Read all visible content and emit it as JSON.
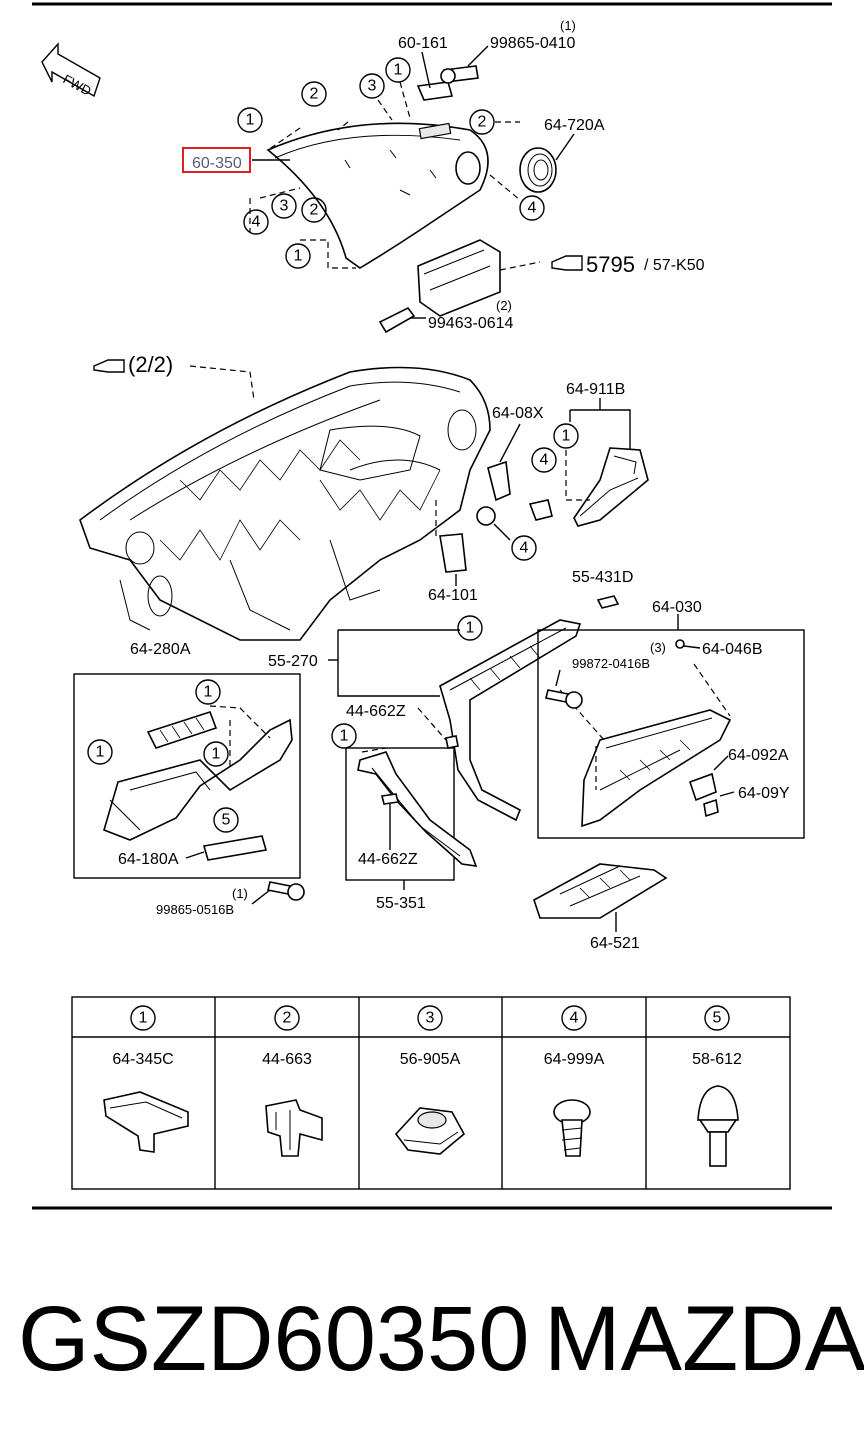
{
  "labels": {
    "p60_161": "60-161",
    "p99865_0410": "99865-0410",
    "qty_0410": "(1)",
    "fwd": "FWD",
    "p64_720A": "64-720A",
    "p60_350": "60-350",
    "p5795": "5795",
    "p57_K50": "/ 57-K50",
    "p99463_0614": "99463-0614",
    "qty_0614": "(2)",
    "ref_2_2": "(2/2)",
    "p64_911B": "64-911B",
    "p64_08X": "64-08X",
    "p64_101": "64-101",
    "p55_431D": "55-431D",
    "p64_030": "64-030",
    "p64_046B": "64-046B",
    "qty_046B": "(3)",
    "p99872_0416B": "99872-0416B",
    "p64_092A": "64-092A",
    "p64_09Y": "64-09Y",
    "p64_280A": "64-280A",
    "p55_270": "55-270",
    "p44_662Z_a": "44-662Z",
    "p44_662Z_b": "44-662Z",
    "p55_351": "55-351",
    "p64_180A": "64-180A",
    "p99865_0516B": "99865-0516B",
    "qty_0516B": "(1)",
    "p64_521": "64-521"
  },
  "callouts": {
    "one": "1",
    "two": "2",
    "three": "3",
    "four": "4",
    "five": "5"
  },
  "legend": [
    {
      "num": "1",
      "part": "64-345C"
    },
    {
      "num": "2",
      "part": "44-663"
    },
    {
      "num": "3",
      "part": "56-905A"
    },
    {
      "num": "4",
      "part": "64-999A"
    },
    {
      "num": "5",
      "part": "58-612"
    }
  ],
  "caption": {
    "part_number": "GSZD60350",
    "brand": "MAZDA"
  },
  "highlight": {
    "color": "#e02020",
    "part": "60-350"
  }
}
